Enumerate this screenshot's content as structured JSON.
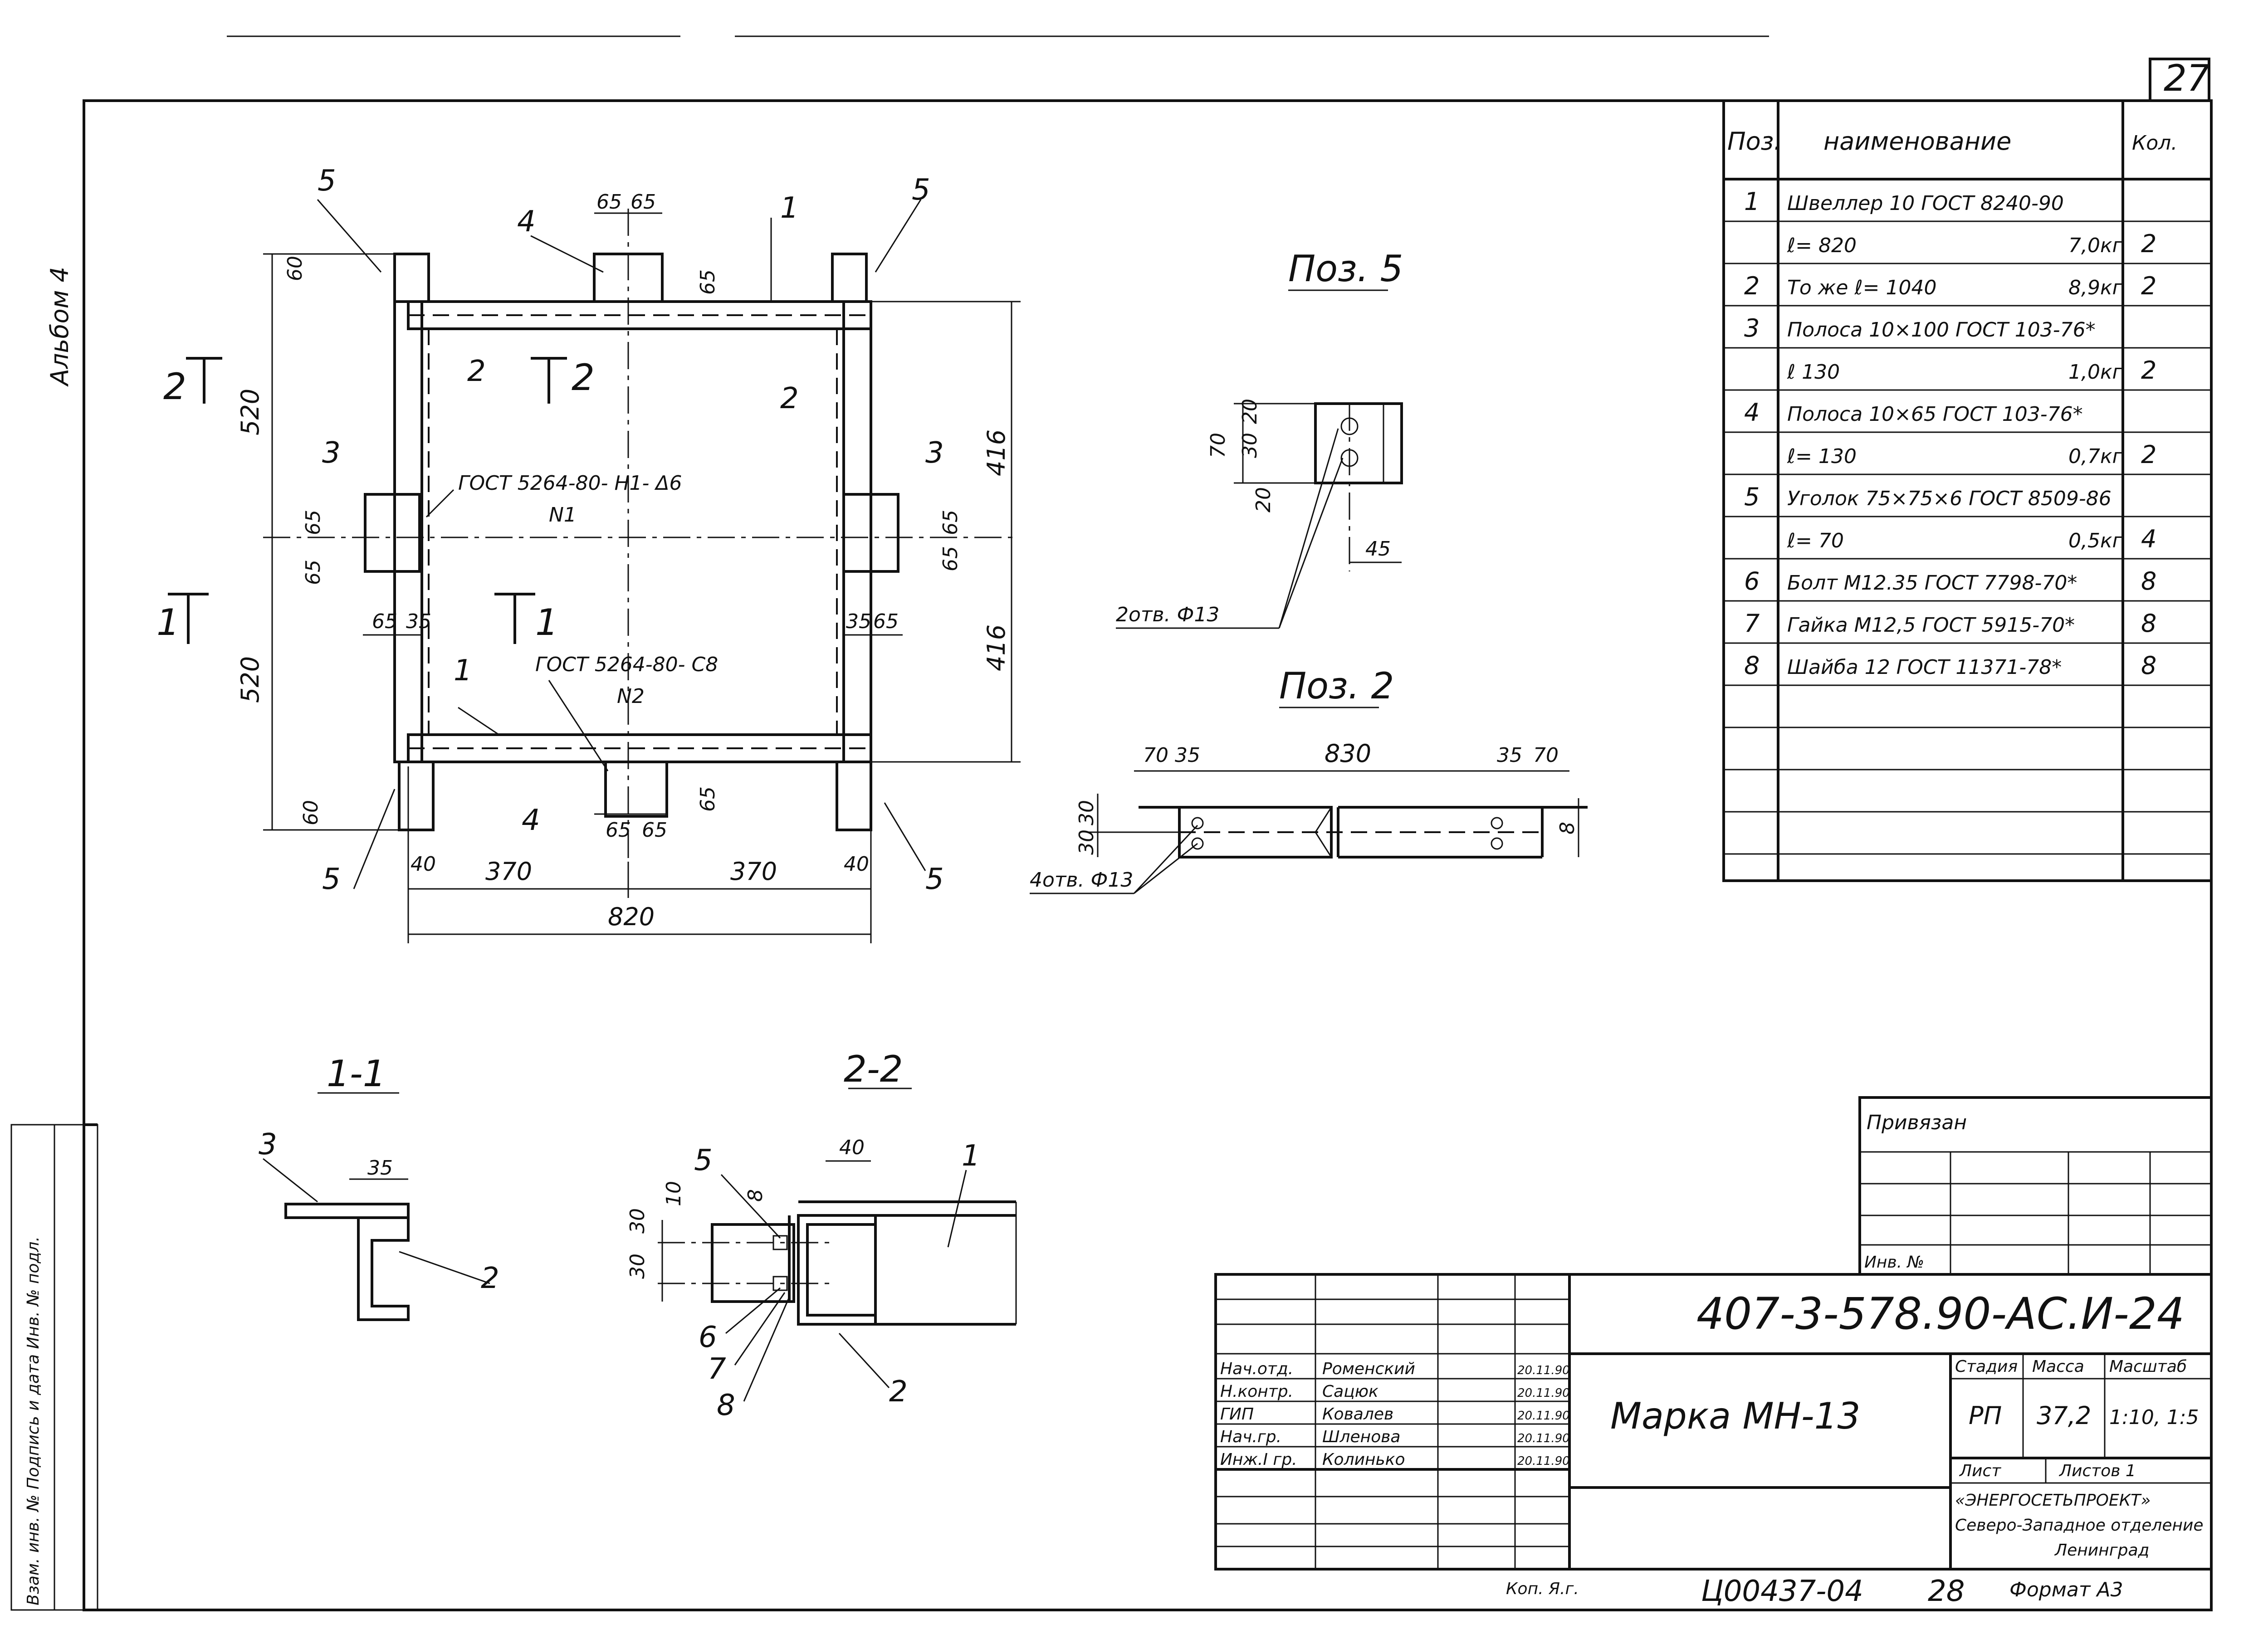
{
  "sheet": {
    "page_number": "27",
    "side_label": "Альбом 4",
    "side_strip": "Взам. инв. №  Подпись и дата  Инв. № подл."
  },
  "plan": {
    "dims": {
      "d60": "60",
      "d65": "65",
      "d520": "520",
      "d416": "416",
      "d35": "35",
      "d40": "40",
      "d370": "370",
      "d820": "820"
    },
    "pos": {
      "p1": "1",
      "p2": "2",
      "p3": "3",
      "p4": "4",
      "p5": "5"
    },
    "weld1": "ГОСТ 5264-80- Н1- Δ6",
    "weld1_sub": "N1",
    "weld2": "ГОСТ 5264-80- С8",
    "weld2_sub": "N2",
    "cut1": "1",
    "cut2": "2"
  },
  "poz5": {
    "title": "Поз. 5",
    "d70": "70",
    "d20": "20",
    "d30": "30",
    "d45": "45",
    "holes": "2отв. Ф13"
  },
  "poz2": {
    "title": "Поз. 2",
    "d70": "70",
    "d35": "35",
    "d830": "830",
    "d30": "30",
    "d8": "8",
    "holes": "4отв. Ф13"
  },
  "sec11": {
    "title": "1-1",
    "d35": "35",
    "p3": "3",
    "p2": "2"
  },
  "sec22": {
    "title": "2-2",
    "d40": "40",
    "d10": "10",
    "d8": "8",
    "d30": "30",
    "p5": "5",
    "p1": "1",
    "p6": "6",
    "p7": "7",
    "p8": "8",
    "p2": "2"
  },
  "spec": {
    "headers": [
      "Поз.",
      "наименование",
      "Кол."
    ],
    "rows": [
      [
        "1",
        "Швеллер 10 ГОСТ 8240-90",
        "",
        ""
      ],
      [
        "",
        "ℓ= 820",
        "7,0кг",
        "2"
      ],
      [
        "2",
        "То же   ℓ= 1040",
        "8,9кг",
        "2"
      ],
      [
        "3",
        "Полоса 10×100 ГОСТ 103-76*",
        "",
        ""
      ],
      [
        "",
        "ℓ 130",
        "1,0кг",
        "2"
      ],
      [
        "4",
        "Полоса 10×65 ГОСТ 103-76*",
        "",
        ""
      ],
      [
        "",
        "ℓ= 130",
        "0,7кг",
        "2"
      ],
      [
        "5",
        "Уголок 75×75×6 ГОСТ 8509-86",
        "",
        ""
      ],
      [
        "",
        "ℓ= 70",
        "0,5кг",
        "4"
      ],
      [
        "6",
        "Болт М12.35 ГОСТ 7798-70*",
        "",
        "8"
      ],
      [
        "7",
        "Гайка М12,5 ГОСТ 5915-70*",
        "",
        "8"
      ],
      [
        "8",
        "Шайба 12 ГОСТ 11371-78*",
        "",
        "8"
      ]
    ]
  },
  "binding": {
    "label": "Привязан",
    "inv": "Инв. №"
  },
  "title_block": {
    "code": "407-3-578.90-АС.И-24",
    "signers": [
      [
        "Нач.отд.",
        "Роменский",
        "20.11.90"
      ],
      [
        "Н.контр.",
        "Сацюк",
        "20.11.90"
      ],
      [
        "ГИП",
        "Ковалев",
        "20.11.90"
      ],
      [
        "Нач.гр.",
        "Шленова",
        "20.11.90"
      ],
      [
        "Инж.I гр.",
        "Колинько",
        "20.11.90"
      ]
    ],
    "mark": "Марка  МН-13",
    "stage_label": "Стадия",
    "mass_label": "Масса",
    "scale_label": "Масштаб",
    "stage": "РП",
    "mass": "37,2",
    "scale": "1:10, 1:5",
    "sheet_label": "Лист",
    "sheets_label": "Листов 1",
    "org1": "«ЭНЕРГОСЕТЬПРОЕКТ»",
    "org2": "Северо-Западное отделение",
    "org3": "Ленинград"
  },
  "footer": {
    "copied": "Коп. Я.г.",
    "inv_code": "Ц00437-04",
    "num": "28",
    "format": "Формат А3"
  }
}
